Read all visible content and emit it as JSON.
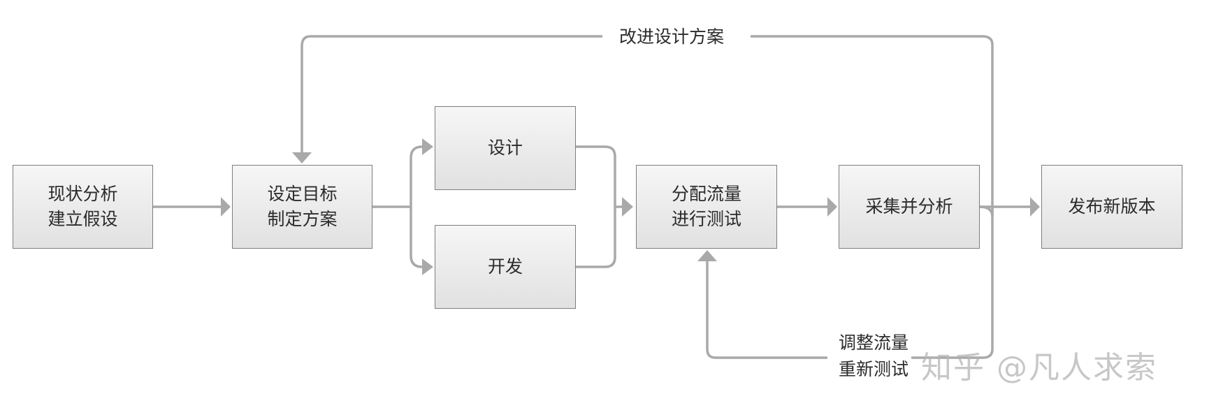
{
  "nodes": {
    "analysis": "现状分析\n建立假设",
    "goal": "设定目标\n制定方案",
    "design": "设计",
    "develop": "开发",
    "traffic": "分配流量\n进行测试",
    "collect": "采集并分析",
    "release": "发布新版本"
  },
  "labels": {
    "improve": "改进设计方案",
    "adjust": "调整流量\n重新测试"
  },
  "watermark": "知乎 @凡人求索",
  "colors": {
    "line": "#a9a9a9",
    "box_border": "#7d7d7d",
    "text": "#2b2b2b"
  }
}
